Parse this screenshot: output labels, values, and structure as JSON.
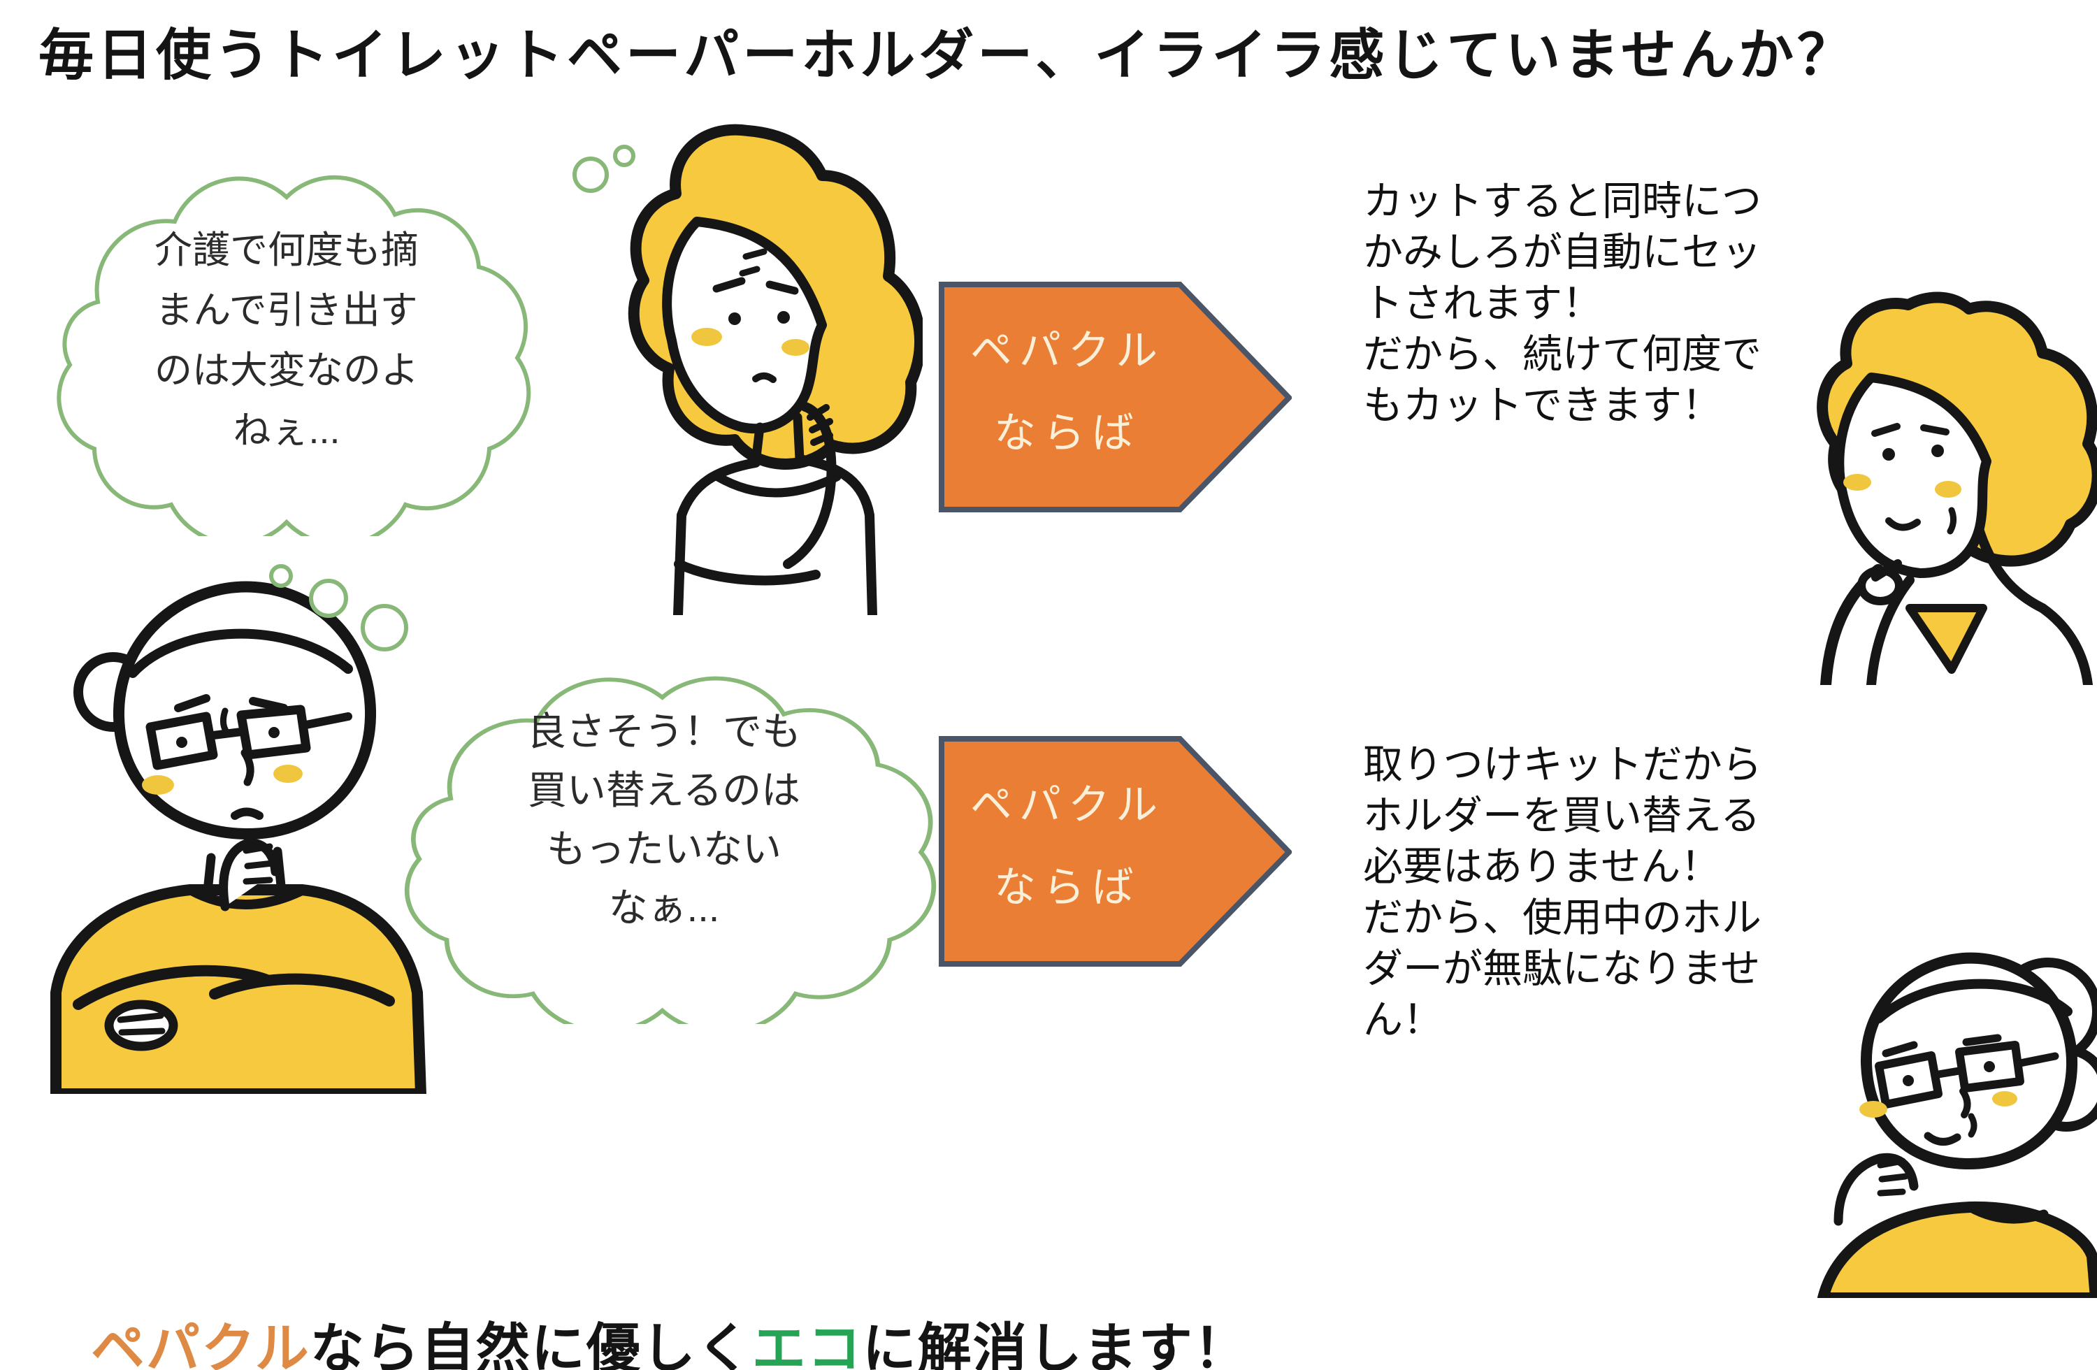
{
  "title": {
    "text": "毎日使うトイレットペーパーホルダー、イライラ感じていませんか？",
    "color": "#141414"
  },
  "palette": {
    "cloud_green": "#87B877",
    "arrow_orange": "#EA7E35",
    "arrow_border": "#4A5568",
    "arrow_text_cream": "#FAEFD9",
    "hair_yellow": "#F6C93E",
    "blush_gold": "#F0C63F",
    "ink_black": "#161616",
    "tagline_orange": "#DE8A45",
    "tagline_green": "#26A455"
  },
  "rows": [
    {
      "thought": {
        "lines": [
          "介護で何度も摘",
          "まんで引き出す",
          "のは大変なのよ",
          "ねぇ..."
        ]
      },
      "arrow": {
        "lines": [
          "ペパクル",
          "ならば"
        ]
      },
      "benefit": {
        "lines": [
          "カットすると同時につ",
          "かみしろが自動にセッ",
          "トされます！",
          "だから、続けて何度で",
          "もカットできます！"
        ]
      },
      "characters": [
        "worried-woman",
        "happy-woman"
      ]
    },
    {
      "thought": {
        "lines": [
          "良さそう！でも",
          "買い替えるのは",
          "もったいない",
          "なぁ..."
        ]
      },
      "arrow": {
        "lines": [
          "ペパクル",
          "ならば"
        ]
      },
      "benefit": {
        "lines": [
          "取りつけキットだから",
          "ホルダーを買い替える",
          "必要はありません！",
          "だから、使用中のホル",
          "ダーが無駄になりませ",
          "ん！"
        ]
      },
      "characters": [
        "worried-man",
        "happy-man"
      ]
    }
  ],
  "tagline": {
    "segments": [
      {
        "text": "ペパクル",
        "color": "#DE8A45"
      },
      {
        "text": "なら自然に優しく",
        "color": "#141414"
      },
      {
        "text": "エコ",
        "color": "#26A455"
      },
      {
        "text": "に解消します！",
        "color": "#141414"
      }
    ]
  }
}
